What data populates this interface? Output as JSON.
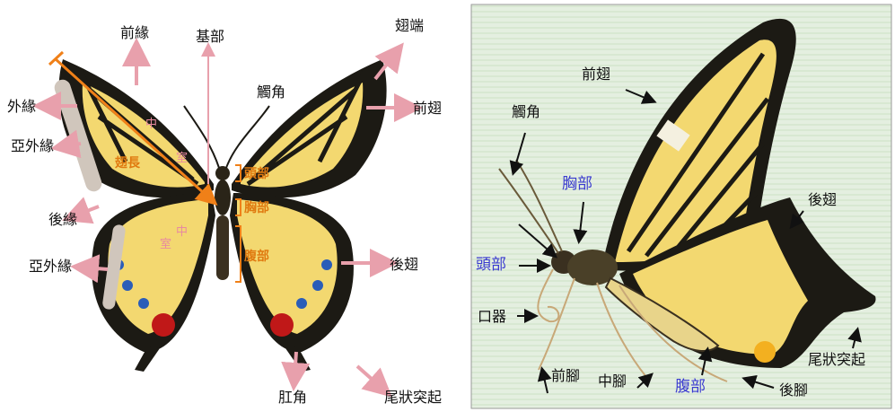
{
  "left_panel": {
    "labels": {
      "front_margin": "前緣",
      "base": "基部",
      "wing_tip": "翅端",
      "antenna": "觸角",
      "outer_margin": "外緣",
      "forewing": "前翅",
      "submarginal": "亞外緣",
      "rear_margin": "後緣",
      "submarginal_2": "亞外緣",
      "head": "頭部",
      "thorax": "胸部",
      "abdomen": "腹部",
      "hindwing": "後翅",
      "anal_angle": "肛角",
      "tail": "尾狀突起",
      "wing_length": "翅長",
      "center1": "中",
      "chamber1": "室",
      "center2": "中",
      "chamber2": "室"
    }
  },
  "right_panel": {
    "labels": {
      "forewing": "前翅",
      "antenna": "觸角",
      "thorax": "胸部",
      "hindwing": "後翅",
      "head": "頭部",
      "mouthparts": "口器",
      "tail": "尾狀突起",
      "foreleg": "前腳",
      "midleg": "中腳",
      "abdomen": "腹部",
      "hindleg": "後腳"
    }
  },
  "colors": {
    "wing_yellow": "#f3d870",
    "wing_black": "#1c1a14",
    "pink_arrow": "#e8a0ac",
    "orange_line": "#f08018",
    "label_blue": "#3a3ad0",
    "right_bg": "#e6f1e2"
  }
}
